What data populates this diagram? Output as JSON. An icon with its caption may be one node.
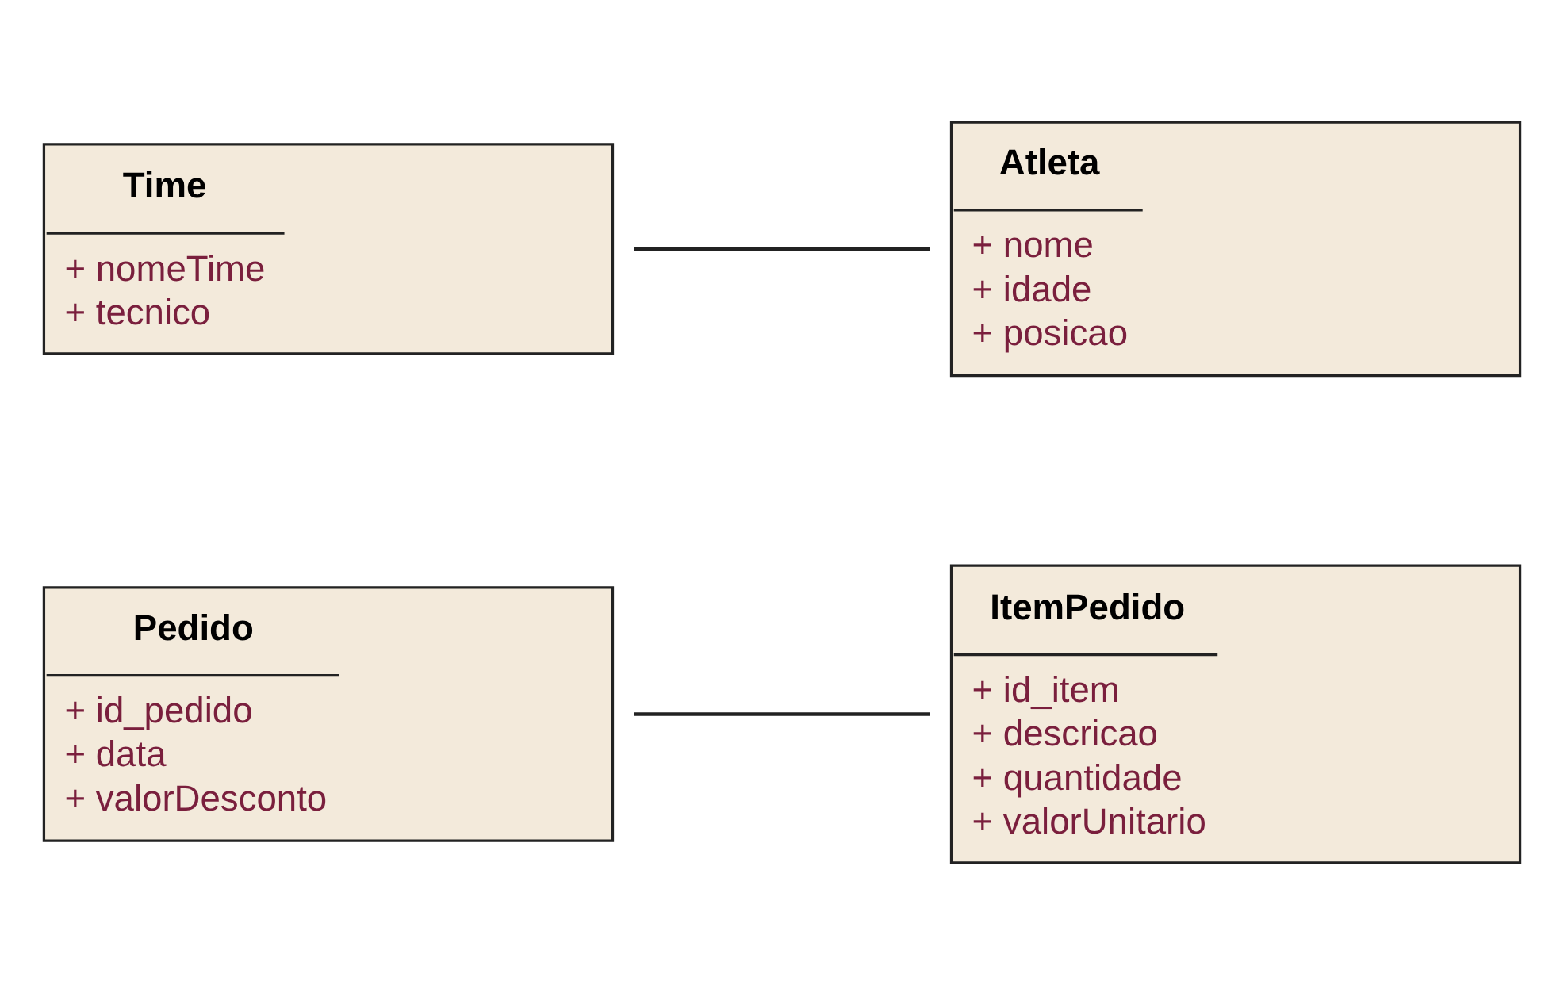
{
  "diagram": {
    "nodes": [
      {
        "text": [
          "Pedido",
          "+ id_pedido",
          "+ data",
          "+ valorDesconto"
        ]
      },
      {
        "text": [
          "ItemPedido",
          "+ id_item",
          "+ descricao",
          "+ quantidade",
          "+ valorUnitario"
        ]
      },
      {
        "text": [
          "Time",
          "+ nomeTime",
          "+ tecnico"
        ]
      },
      {
        "text": [
          "Atleta",
          "+ nome",
          "+ idade",
          "+ posicao"
        ]
      }
    ],
    "edges": [
      {
        "from": 0,
        "to": 1,
        "arrow": "none"
      },
      {
        "from": 2,
        "to": 3,
        "arrow": "none"
      }
    ]
  }
}
